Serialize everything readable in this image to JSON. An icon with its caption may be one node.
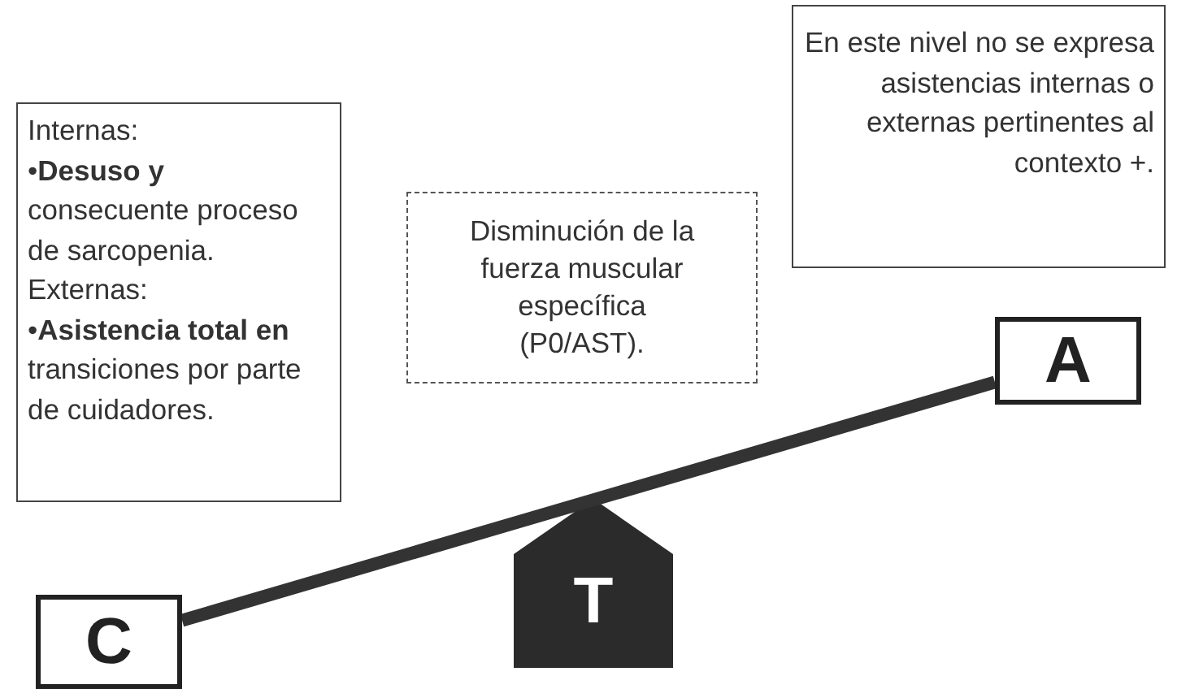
{
  "diagram": {
    "nodes": [
      {
        "text": [
          "Internas:",
          "•**Desuso y** consecuente proceso de sarcopenia.",
          "Externas:",
          "•**Asistencia total en** transiciones por parte de cuidadores."
        ]
      },
      {
        "text": [
          "Disminución de la fuerza muscular específica (P0/AST)."
        ]
      },
      {
        "text": [
          "En este nivel no se expresa asistencias internas o externas pertinentes al contexto +."
        ]
      },
      {
        "text": [
          "A"
        ]
      },
      {
        "text": [
          "T"
        ]
      },
      {
        "text": [
          "C"
        ]
      }
    ],
    "edges": [
      {
        "from": 5,
        "to": 3,
        "arrow": "none"
      }
    ]
  }
}
